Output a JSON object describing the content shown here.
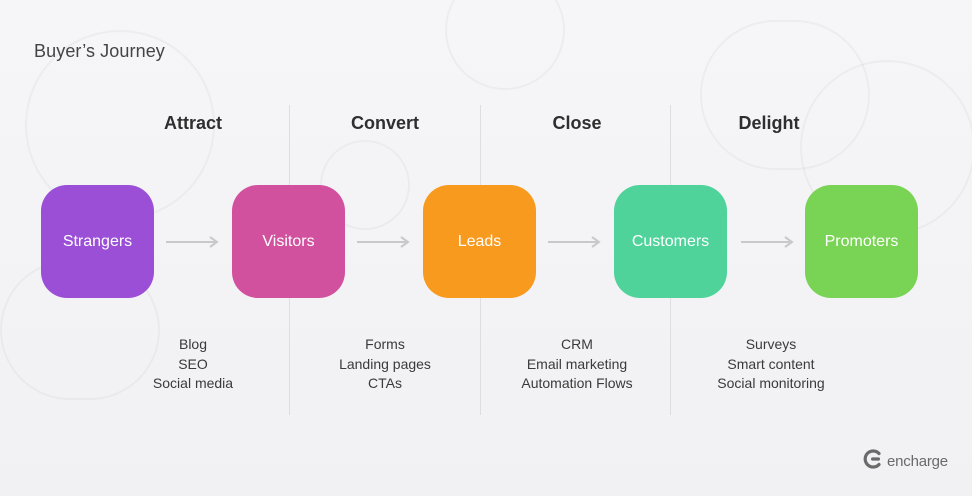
{
  "title": "Buyer’s Journey",
  "stages": [
    {
      "label": "Attract"
    },
    {
      "label": "Convert"
    },
    {
      "label": "Close"
    },
    {
      "label": "Delight"
    }
  ],
  "nodes": [
    {
      "label": "Strangers",
      "color": "#9a4fd6"
    },
    {
      "label": "Visitors",
      "color": "#d2519f"
    },
    {
      "label": "Leads",
      "color": "#f79a1e"
    },
    {
      "label": "Customers",
      "color": "#4fd39a"
    },
    {
      "label": "Promoters",
      "color": "#79d354"
    }
  ],
  "tools": [
    [
      "Blog",
      "SEO",
      "Social media"
    ],
    [
      "Forms",
      "Landing pages",
      "CTAs"
    ],
    [
      "CRM",
      "Email marketing",
      "Automation Flows"
    ],
    [
      "Surveys",
      "Smart content",
      "Social monitoring"
    ]
  ],
  "brand": {
    "name": "encharge",
    "logo_icon": "encharge-logo-icon"
  }
}
